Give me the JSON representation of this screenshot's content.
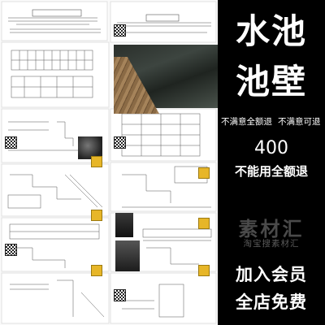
{
  "collage": {
    "description_icons": [
      "cad-drawing-sheet",
      "water-photo",
      "qr-code",
      "badge"
    ]
  },
  "promo": {
    "title_line1": "水池",
    "title_line2": "池壁",
    "note_left": "不满意全额退",
    "note_right": "不满意可退",
    "price": "400",
    "restriction": "不能用全额退",
    "logo_text": "素材汇",
    "logo_sub": "淘宝搜素材汇",
    "cta_line1": "加入会员",
    "cta_line2": "全店免费"
  },
  "colors": {
    "panel_bg": "#000000",
    "text": "#ffffff",
    "logo": "#4a4a4a",
    "badge": "#e7b628"
  }
}
